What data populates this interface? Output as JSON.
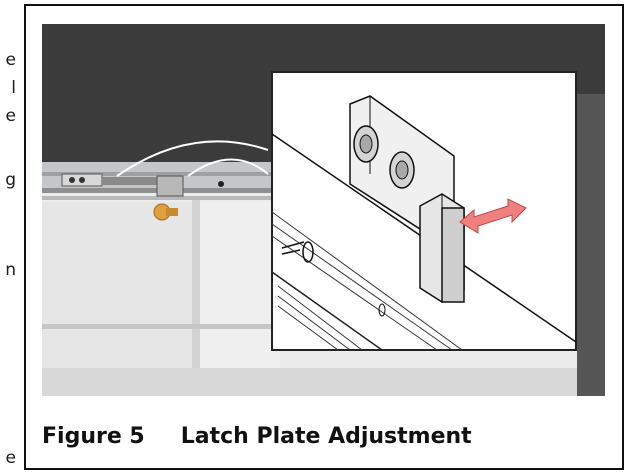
{
  "edge_text": {
    "right_1": "e",
    "right_2": "l",
    "right_3": "e",
    "right_4": "g",
    "right_5": "n",
    "right_6": "e"
  },
  "figure": {
    "number_label": "Figure 5",
    "title": "Latch Plate Adjustment"
  },
  "colors": {
    "background_wall": "#3a3a3a",
    "arrow": "#f08080",
    "knob": "#e0a040"
  }
}
